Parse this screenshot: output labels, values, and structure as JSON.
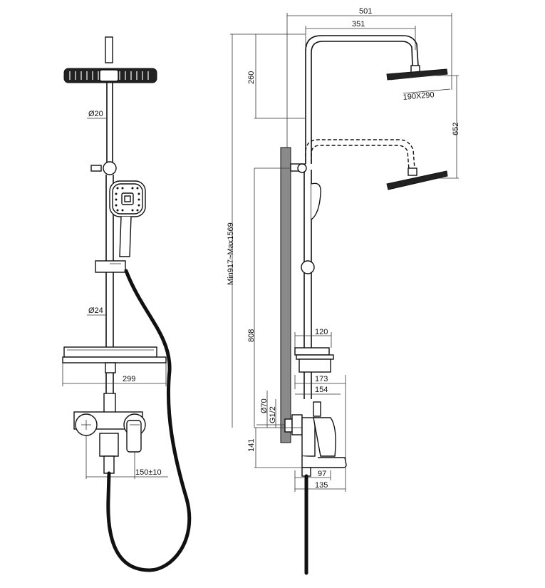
{
  "dimensions": {
    "outer_width": "501",
    "arm_width": "351",
    "arm_height": "260",
    "head_size": "190X290",
    "drop_height": "652",
    "total_height": "Min917~Max1569",
    "lower_height": "808",
    "shelf_width_side": "120",
    "mixer_depth_outer": "173",
    "mixer_depth_inner": "154",
    "escutcheon_dia": "Ø70",
    "thread": "G1/2",
    "spout_height": "141",
    "spout_length_inner": "97",
    "spout_length_outer": "135",
    "pipe_dia_upper": "Ø20",
    "pipe_dia_lower": "Ø24",
    "shelf_width_front": "299",
    "inlet_spacing": "150±10"
  }
}
